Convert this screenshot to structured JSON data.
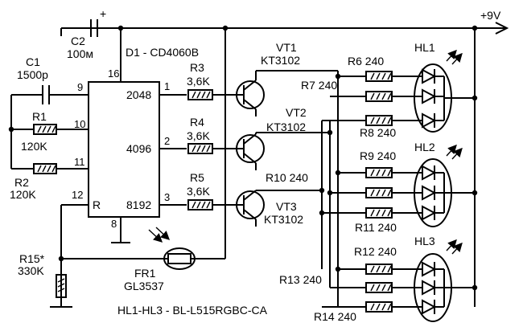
{
  "supply": {
    "label": "+9V",
    "polarity_mark": "+"
  },
  "caption": "HL1-HL3 - BL-L515RGBC-CA",
  "ic": {
    "name": "D1 - CD4060B",
    "pins": {
      "p16": "16",
      "p9": "9",
      "p10": "10",
      "p11": "11",
      "p12": "12",
      "p8": "8",
      "p1": "1",
      "p2": "2",
      "p3": "3"
    },
    "outputs": {
      "o1": "2048",
      "o2": "4096",
      "o3": "8192"
    },
    "reset": "R"
  },
  "c2": {
    "ref": "C2",
    "value": "100м"
  },
  "c1": {
    "ref": "C1",
    "value": "1500p"
  },
  "r1": {
    "ref": "R1",
    "value": "120K"
  },
  "r2": {
    "ref": "R2",
    "value": "120K"
  },
  "r3": {
    "ref": "R3",
    "value": "3,6K"
  },
  "r4": {
    "ref": "R4",
    "value": "3,6K"
  },
  "r5": {
    "ref": "R5",
    "value": "3,6K"
  },
  "r15": {
    "ref": "R15*",
    "value": "330K"
  },
  "fr1": {
    "ref": "FR1",
    "value": "GL3537"
  },
  "vt1": {
    "ref": "VT1",
    "type": "KT3102"
  },
  "vt2": {
    "ref": "VT2",
    "type": "KT3102"
  },
  "vt3": {
    "ref": "VT3",
    "type": "KT3102"
  },
  "led_resistors": {
    "r6": "R6 240",
    "r7": "R7 240",
    "r8": "R8 240",
    "r9": "R9 240",
    "r10": "R10 240",
    "r11": "R11 240",
    "r12": "R12 240",
    "r13": "R13 240",
    "r14": "R14 240"
  },
  "leds": {
    "hl1": "HL1",
    "hl2": "HL2",
    "hl3": "HL3"
  }
}
